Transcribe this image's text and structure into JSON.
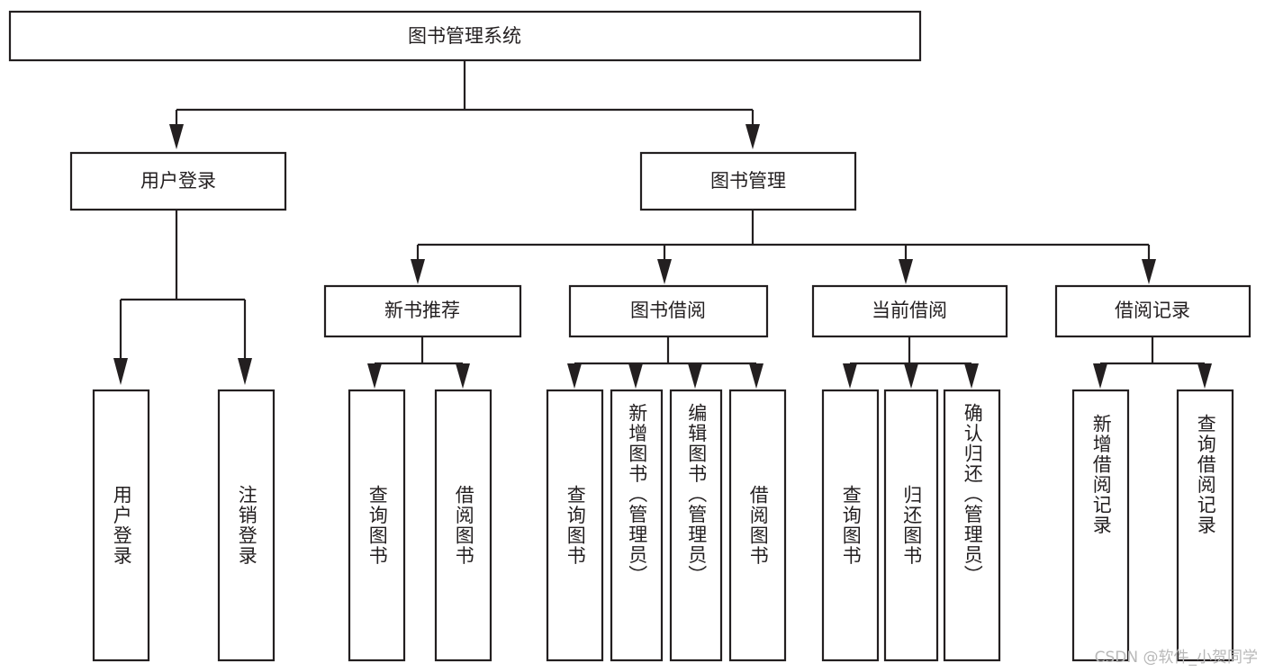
{
  "diagram": {
    "type": "tree-hierarchy",
    "title": "图书管理系统",
    "orientation": "top-down",
    "colors": {
      "stroke": "#231f20",
      "fill": "#ffffff",
      "background": "#ffffff",
      "watermark": "#b8b8b8"
    },
    "root": {
      "label": "图书管理系统"
    },
    "level1": [
      {
        "label": "用户登录"
      },
      {
        "label": "图书管理"
      }
    ],
    "level2": [
      {
        "label": "新书推荐"
      },
      {
        "label": "图书借阅"
      },
      {
        "label": "当前借阅"
      },
      {
        "label": "借阅记录"
      }
    ],
    "leaves": {
      "user_login": [
        {
          "label": "用户登录"
        },
        {
          "label": "注销登录"
        }
      ],
      "new_book_recommend": [
        {
          "label": "查询图书"
        },
        {
          "label": "借阅图书"
        }
      ],
      "book_borrow": [
        {
          "label": "查询图书"
        },
        {
          "label": "新增图书（管理员）"
        },
        {
          "label": "编辑图书（管理员）"
        },
        {
          "label": "借阅图书"
        }
      ],
      "current_borrow": [
        {
          "label": "查询图书"
        },
        {
          "label": "归还图书"
        },
        {
          "label": "确认归还（管理员）"
        }
      ],
      "borrow_record": [
        {
          "label": "新增借阅记录"
        },
        {
          "label": "查询借阅记录"
        }
      ]
    }
  },
  "watermark": {
    "text": "CSDN @软件_小贺同学"
  }
}
